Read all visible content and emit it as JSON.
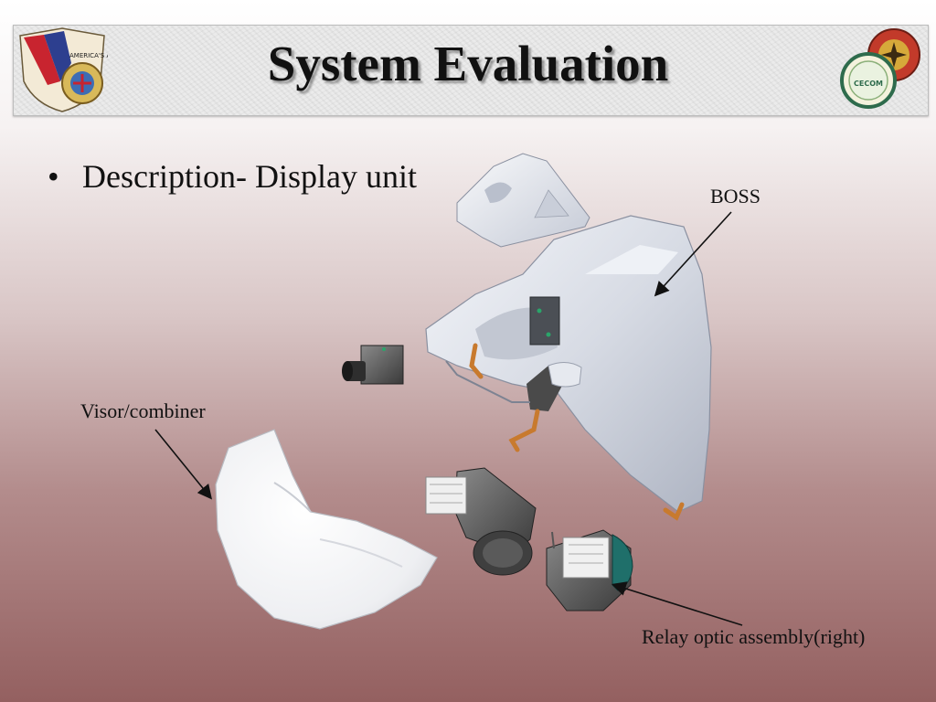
{
  "header": {
    "title": "System Evaluation",
    "left_logo": "army-shield-emblem-icon",
    "left_logo_text": "AMERICA'S ARSENAL FOR THE BRAVE",
    "right_logo": "cecom-emblem-icon",
    "right_logo_text": "CECOM"
  },
  "content": {
    "bullet": "Description- Display unit"
  },
  "callouts": {
    "boss": "BOSS",
    "visor": "Visor/combiner",
    "relay": "Relay optic assembly(right)"
  },
  "colors": {
    "title_text": "#111111",
    "housing_fill": "#dfe3ea",
    "visor_fill": "#f2f2f4",
    "bracket_orange": "#c87a2e",
    "optic_dark": "#4a4a4a",
    "lens_teal": "#1f6f6a",
    "background_bottom": "#946060"
  }
}
